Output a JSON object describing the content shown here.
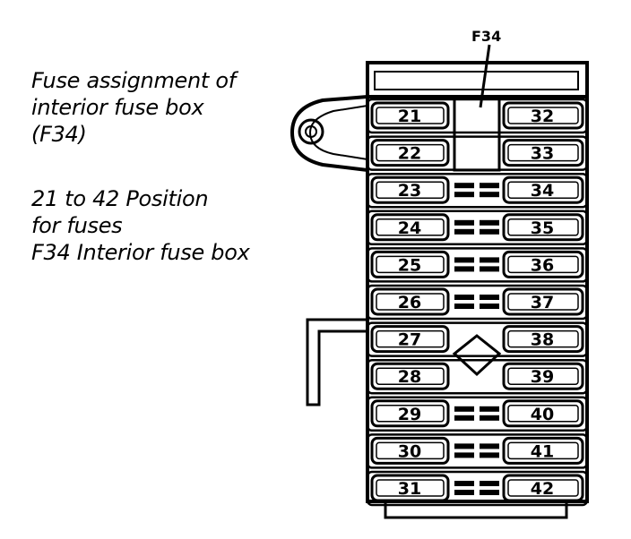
{
  "caption": {
    "lines": [
      "Fuse assignment of",
      "interior fuse box",
      "(F34)"
    ],
    "legend": [
      "21 to 42 Position",
      "for fuses",
      "F34 Interior fuse box"
    ]
  },
  "diagram": {
    "callout_label": "F34",
    "left_fuses": [
      "21",
      "22",
      "23",
      "24",
      "25",
      "26",
      "27",
      "28",
      "29",
      "30",
      "31"
    ],
    "right_fuses": [
      "32",
      "33",
      "34",
      "35",
      "36",
      "37",
      "38",
      "39",
      "40",
      "41",
      "42"
    ]
  }
}
